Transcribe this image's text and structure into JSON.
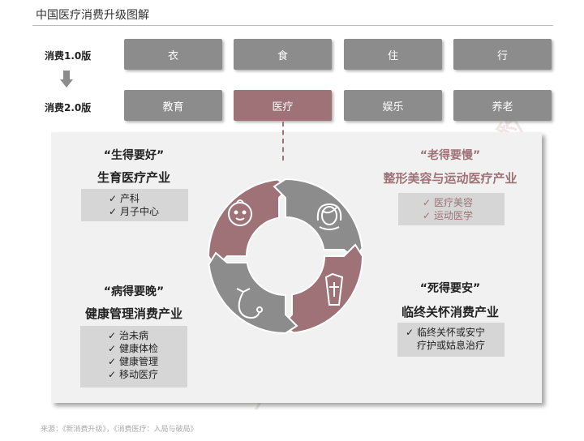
{
  "title": "中国医疗消费升级图解",
  "rows": [
    {
      "label": "消费1.0版",
      "items": [
        "衣",
        "食",
        "住",
        "行"
      ]
    },
    {
      "label": "消费2.0版",
      "items": [
        "教育",
        "医疗",
        "娱乐",
        "养老"
      ]
    }
  ],
  "quadrants": {
    "top_left": {
      "quote": "“生得要好”",
      "industry": "生育医疗产业",
      "items": [
        "产科",
        "月子中心"
      ]
    },
    "top_right": {
      "quote": "“老得要慢”",
      "industry": "整形美容与运动医疗产业",
      "items": [
        "医疗美容",
        "运动医学"
      ]
    },
    "bottom_left": {
      "quote": "“病得要晚”",
      "industry": "健康管理消费产业",
      "items": [
        "治未病",
        "健康体检",
        "健康管理",
        "移动医疗"
      ]
    },
    "bottom_right": {
      "quote": "“死得要安”",
      "industry": "临终关怀消费产业",
      "items": [
        "临终关怀或安宁",
        "疗护或姑息治疗"
      ]
    }
  },
  "check_glyph": "✓",
  "footnote": "来源：《新消费升级》，《消费医疗：入局与破局》",
  "watermark": {
    "brand_cn": "头豹",
    "brand_en": "LeadLeo"
  },
  "colors": {
    "box_gray": "#8c8c8c",
    "accent": "#9e7276",
    "panel_bg": "#f1f1f1",
    "list_bg": "#d6d6d6"
  },
  "icons": [
    "baby-face-icon",
    "elderly-woman-icon",
    "coffin-cross-icon",
    "stethoscope-icon"
  ]
}
